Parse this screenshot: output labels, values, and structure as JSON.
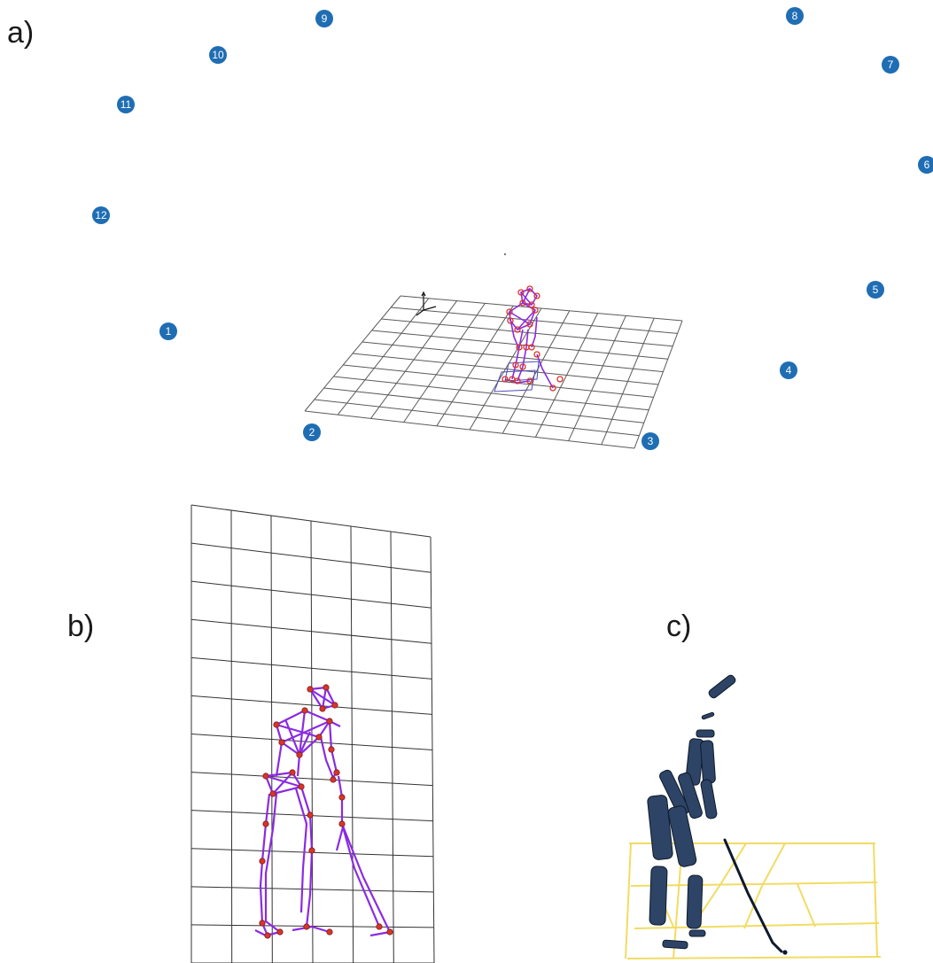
{
  "panels": {
    "a": {
      "label": "a)"
    },
    "b": {
      "label": "b)"
    },
    "c": {
      "label": "c)"
    }
  },
  "cameras": [
    "1",
    "2",
    "3",
    "4",
    "5",
    "6",
    "7",
    "8",
    "9",
    "10",
    "11",
    "12"
  ],
  "colors": {
    "camera_marker": "#1f6db3",
    "grid": "#555555",
    "skeleton": "#8a2be2",
    "marker": "#d9342b",
    "segments": "#2a3f5f",
    "floor_c": "#f3e06a"
  }
}
